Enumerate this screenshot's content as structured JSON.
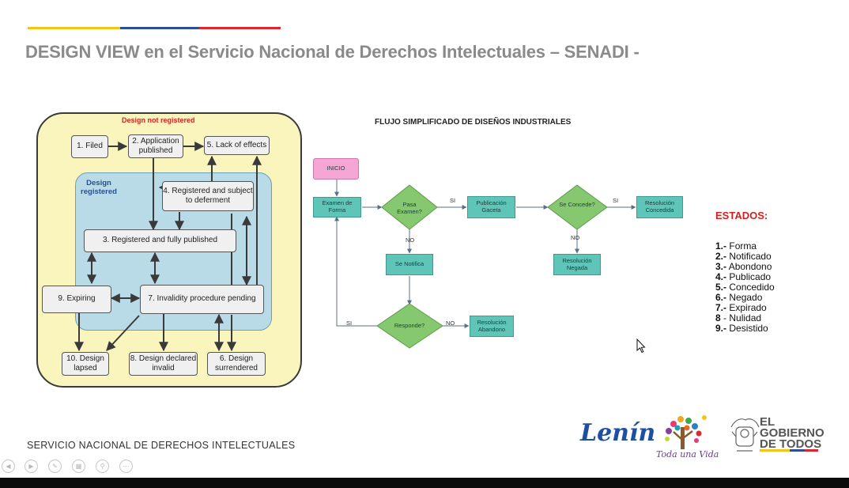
{
  "slide": {
    "title": "DESIGN VIEW en el Servicio Nacional de Derechos Intelectuales – SENADI -",
    "footer": "SERVICIO NACIONAL DE DERECHOS INTELECTUALES",
    "stripe_colors": [
      "#f2c518",
      "#2d4f9b",
      "#d9282f"
    ]
  },
  "lifecycle": {
    "outer_label": "Design not registered",
    "inner_label": "Design registered",
    "boxes": {
      "b1": "1. Filed",
      "b2": "2. Application published",
      "b5": "5. Lack of effects",
      "b4": "4. Registered and subject to deferment",
      "b3": "3. Registered and fully published",
      "b9": "9. Expiring",
      "b7": "7. Invalidity procedure pending",
      "b10": "10. Design lapsed",
      "b8": "8. Design declared invalid",
      "b6": "6. Design surrendered"
    }
  },
  "flow": {
    "title": "FLUJO SIMPLIFICADO DE DISEÑOS INDUSTRIALES",
    "nodes": {
      "inicio": "INICIO",
      "examen": "Examen de Forma",
      "pasa": "Pasa Examen?",
      "publicacion": "Publicación Gaceta",
      "concede": "Se Concede?",
      "concedida": "Resolución Concedida",
      "notifica": "Se Notifica",
      "negada": "Resolución Negada",
      "responde": "Responde?",
      "abandono": "Resolución Abandono"
    },
    "labels": {
      "si_1": "SI",
      "no_1": "NO",
      "si_2": "SI",
      "no_2": "NO",
      "si_3": "SI",
      "no_3": "NO"
    }
  },
  "estados": {
    "title": "ESTADOS:",
    "items": [
      {
        "num": "1.-",
        "text": "Forma"
      },
      {
        "num": "2.-",
        "text": "Notificado"
      },
      {
        "num": "3.-",
        "text": "Abondono"
      },
      {
        "num": "4.-",
        "text": "Publicado"
      },
      {
        "num": "5.-",
        "text": "Concedido"
      },
      {
        "num": "6.-",
        "text": "Negado"
      },
      {
        "num": "7.-",
        "text": "Expirado"
      },
      {
        "num": "8",
        "text": "- Nulidad"
      },
      {
        "num": "9.-",
        "text": "Desistido"
      }
    ]
  },
  "logos": {
    "lenin": "Lenín",
    "toda_una_vida": "Toda una Vida",
    "gobierno": [
      "EL",
      "GOBIERNO",
      "DE TODOS"
    ]
  }
}
